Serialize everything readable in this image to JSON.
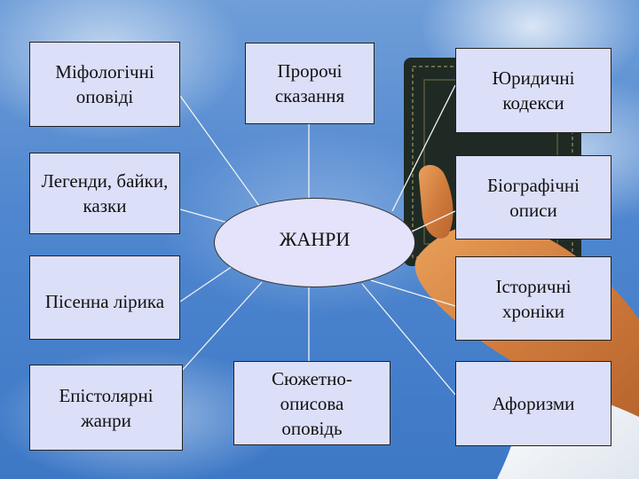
{
  "center": "ЖАНРИ",
  "genres": [
    "Міфологічні\nоповіді",
    "Пророчі\nсказання",
    "Юридичні\nкодекси",
    "Легенди, байки,\nказки",
    "Біографічні\nописи",
    "Пісенна лірика",
    "Історичні\nхроніки",
    "Епістолярні\nжанри",
    "Сюжетно-\nописова\nоповідь",
    "Афоризми"
  ]
}
